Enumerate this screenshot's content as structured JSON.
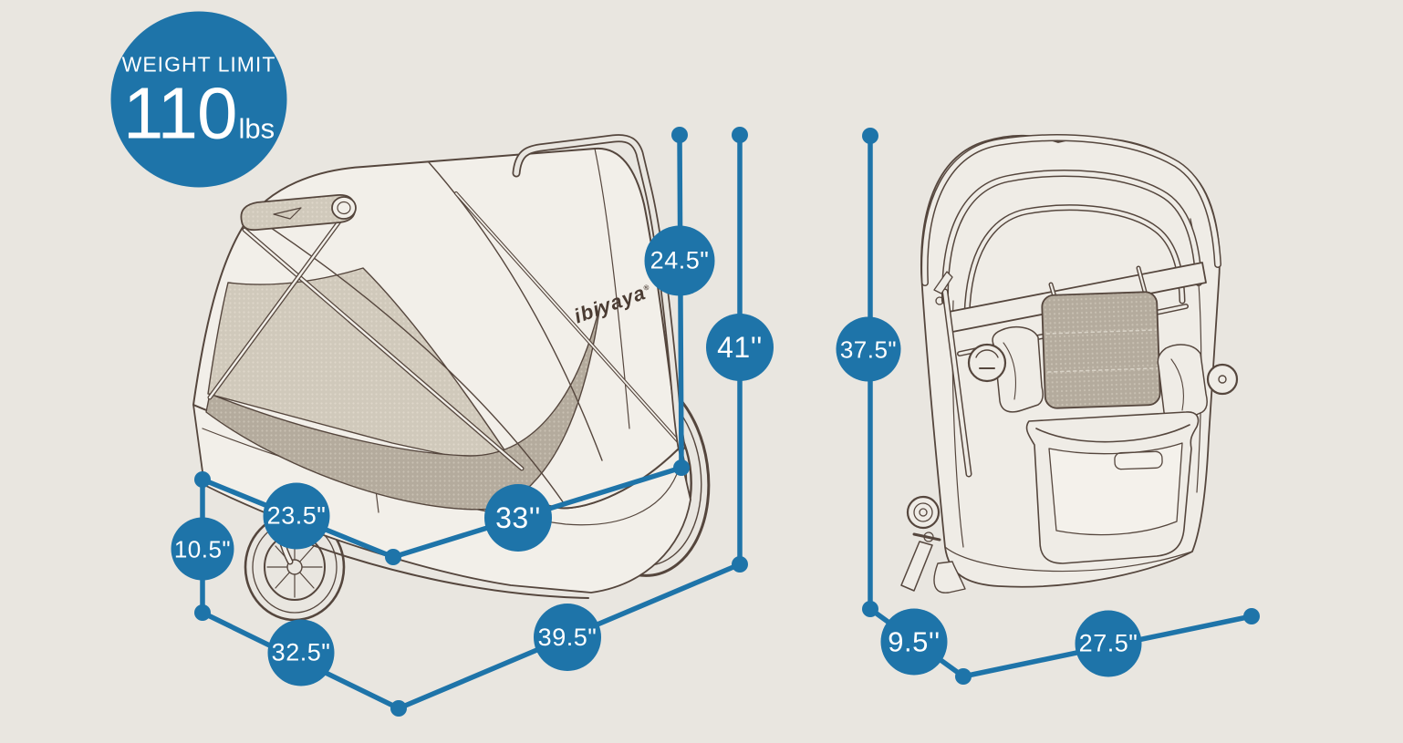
{
  "colors": {
    "bg": "#e9e6e0",
    "accent": "#1e74a9",
    "ink": "#55463d",
    "white": "#ffffff",
    "logo": "#4a3b32",
    "mesh_dark": "#b4ab9d",
    "mesh_light": "#d0c9bb"
  },
  "badge": {
    "title": "WEIGHT LIMIT",
    "value": "110",
    "unit": "lbs"
  },
  "brand": {
    "logo": "ibiyaya",
    "reg": "®"
  },
  "dimensions": {
    "open": [
      {
        "id": "24-5",
        "label": "24.5\""
      },
      {
        "id": "41",
        "label": "41''"
      },
      {
        "id": "33",
        "label": "33''"
      },
      {
        "id": "23-5",
        "label": "23.5\""
      },
      {
        "id": "10-5",
        "label": "10.5\""
      },
      {
        "id": "32-5",
        "label": "32.5\""
      },
      {
        "id": "39-5",
        "label": "39.5\""
      }
    ],
    "folded": [
      {
        "id": "37-5",
        "label": "37.5\""
      },
      {
        "id": "9-5",
        "label": "9.5''"
      },
      {
        "id": "27-5",
        "label": "27.5\""
      }
    ]
  }
}
